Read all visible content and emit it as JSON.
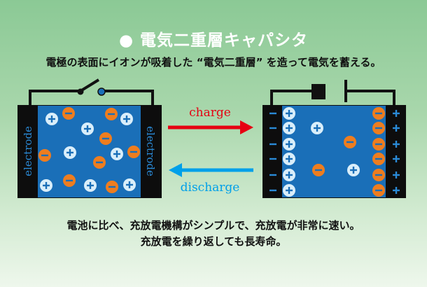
{
  "title": "● 電気二重層キャパシタ",
  "subtitle": "電極の表面にイオンが吸着した “電気二重層” を造って電気を蓄える。",
  "labels": {
    "electrode": "electrode",
    "charge": "charge",
    "discharge": "discharge"
  },
  "bottom": {
    "line1": "電池に比べ、充放電機構がシンプルで、充放電が非常に速い。",
    "line2": "充放電を繰り返しても長寿命。"
  },
  "colors": {
    "cation": "#d9eefa",
    "anion": "#ee7d1f",
    "electrolyte": "#1a6fb8",
    "charge": "#e60012",
    "discharge": "#00a0e9"
  }
}
